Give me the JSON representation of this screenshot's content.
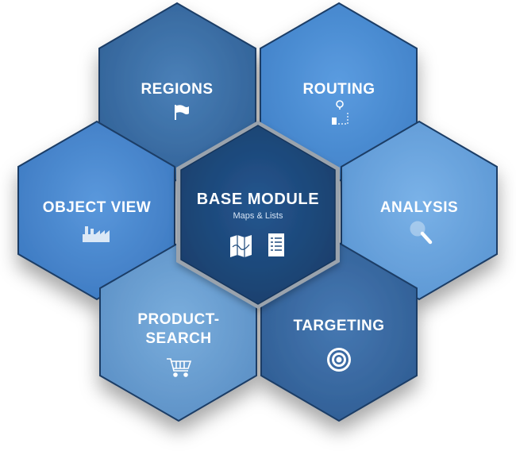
{
  "center": {
    "title": "BASE MODULE",
    "subtitle": "Maps & Lists",
    "icons": [
      "map-icon",
      "list-document-icon"
    ],
    "color": "#1f4a7c"
  },
  "modules": [
    {
      "id": "regions",
      "label_lines": [
        "REGIONS"
      ],
      "icon": "flag-icon",
      "color": "#3f74ad"
    },
    {
      "id": "routing",
      "label_lines": [
        "ROUTING"
      ],
      "icon": "route-pin-icon",
      "color": "#4f90d6"
    },
    {
      "id": "object-view",
      "label_lines": [
        "OBJECT VIEW"
      ],
      "icon": "factory-icon",
      "color": "#4c8ad2"
    },
    {
      "id": "analysis",
      "label_lines": [
        "ANALYSIS"
      ],
      "icon": "magnifier-icon",
      "color": "#6aa6e0"
    },
    {
      "id": "product-search",
      "label_lines": [
        "PRODUCT-",
        "SEARCH"
      ],
      "icon": "shopping-cart-icon",
      "color": "#6b9fd3"
    },
    {
      "id": "targeting",
      "label_lines": [
        "TARGETING"
      ],
      "icon": "target-icon",
      "color": "#3a6aa3"
    }
  ],
  "colors": {
    "border": "#1a3d66",
    "gap": "#9aa3ad"
  }
}
